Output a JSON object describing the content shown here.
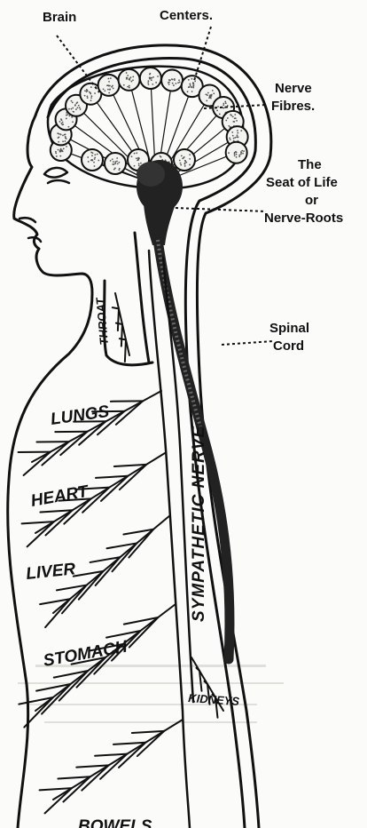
{
  "labels": {
    "brain": "Brain",
    "centers": "Centers.",
    "nerve_fibres_1": "Nerve",
    "nerve_fibres_2": "Fibres.",
    "seat_1": "The",
    "seat_2": "Seat of Life",
    "seat_3": "or",
    "seat_4": "Nerve-Roots",
    "spinal_1": "Spinal",
    "spinal_2": "Cord",
    "throat": "THROAT",
    "sympathetic": "SYMPATHETIC NERVE",
    "lungs": "LUNGS",
    "heart": "HEART",
    "liver": "LIVER",
    "stomach": "STOMACH",
    "kidneys": "KIDNEYS",
    "bowels": "BOWELS"
  },
  "colors": {
    "ink": "#111111",
    "paper": "#fbfbf9",
    "speckle": "#b9b9b5"
  }
}
